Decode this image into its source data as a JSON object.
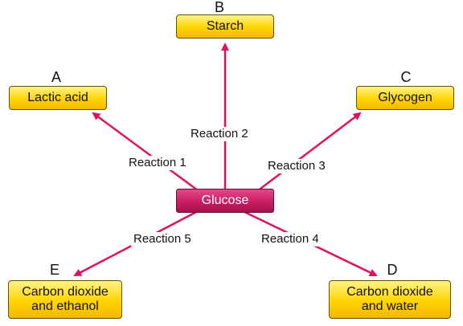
{
  "center": {
    "label": "Glucose"
  },
  "products": [
    {
      "letter": "A",
      "lines": [
        "Lactic acid"
      ]
    },
    {
      "letter": "B",
      "lines": [
        "Starch"
      ]
    },
    {
      "letter": "C",
      "lines": [
        "Glycogen"
      ]
    },
    {
      "letter": "D",
      "lines": [
        "Carbon dioxide",
        "and water"
      ]
    },
    {
      "letter": "E",
      "lines": [
        "Carbon dioxide",
        "and ethanol"
      ]
    }
  ],
  "reactions": [
    "Reaction 1",
    "Reaction 2",
    "Reaction 3",
    "Reaction 4",
    "Reaction 5"
  ],
  "colors": {
    "arrow": "#e0115f",
    "box_fill": "#ffd400",
    "box_border": "#6b5200",
    "center_fill": "#c91e63",
    "center_text": "#ffffff"
  }
}
